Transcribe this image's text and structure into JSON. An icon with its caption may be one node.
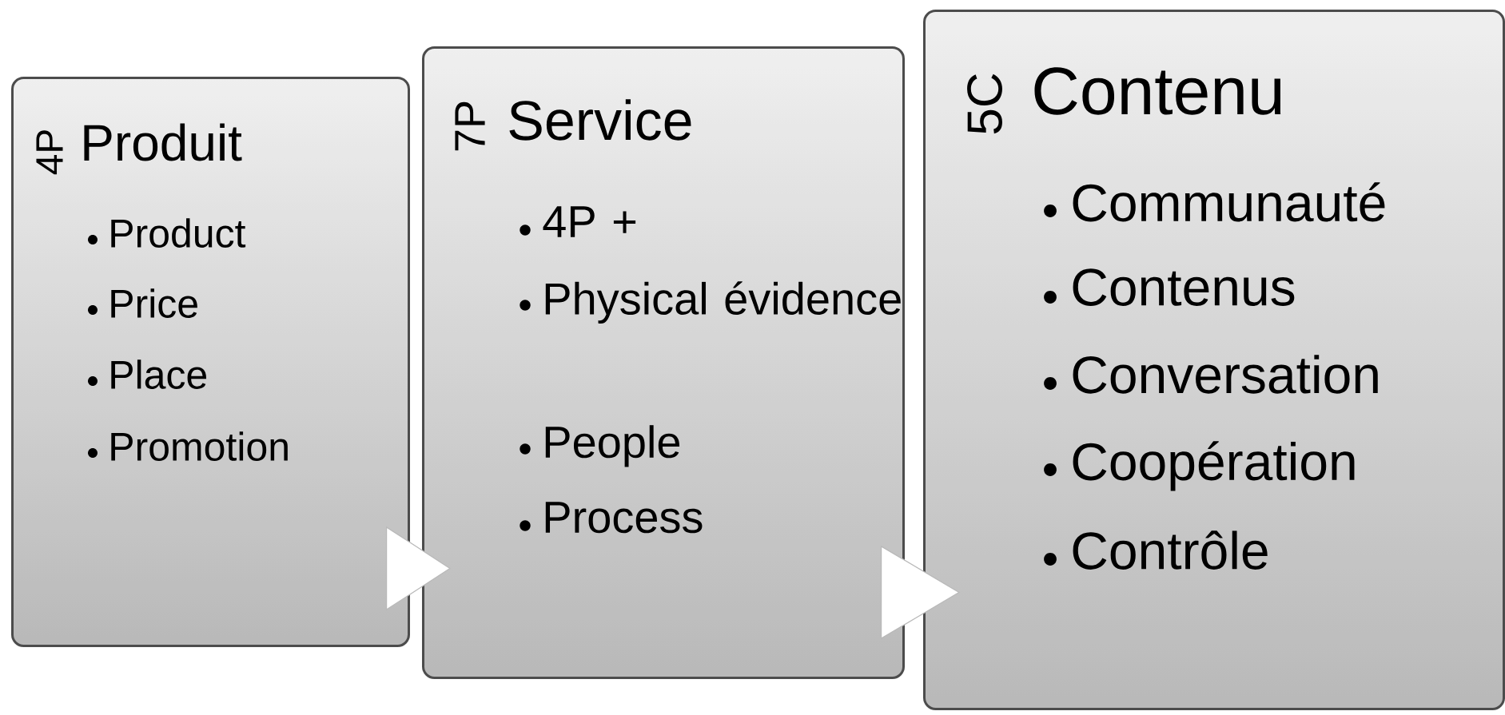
{
  "diagram": {
    "nodes": [
      {
        "text": [
          "4P",
          "Produit",
          "Product",
          "Price",
          "Place",
          "Promotion"
        ]
      },
      {
        "text": [
          "7P",
          "Service",
          "4P +",
          "Physical évidence",
          "People",
          "Process"
        ]
      },
      {
        "text": [
          "5C",
          "Contenu",
          "Communauté",
          "Contenus",
          "Conversation",
          "Coopération",
          "Contrôle"
        ]
      }
    ],
    "edges": [
      {
        "from": 0,
        "to": 1,
        "arrow": "to"
      },
      {
        "from": 1,
        "to": 2,
        "arrow": "to"
      }
    ]
  }
}
